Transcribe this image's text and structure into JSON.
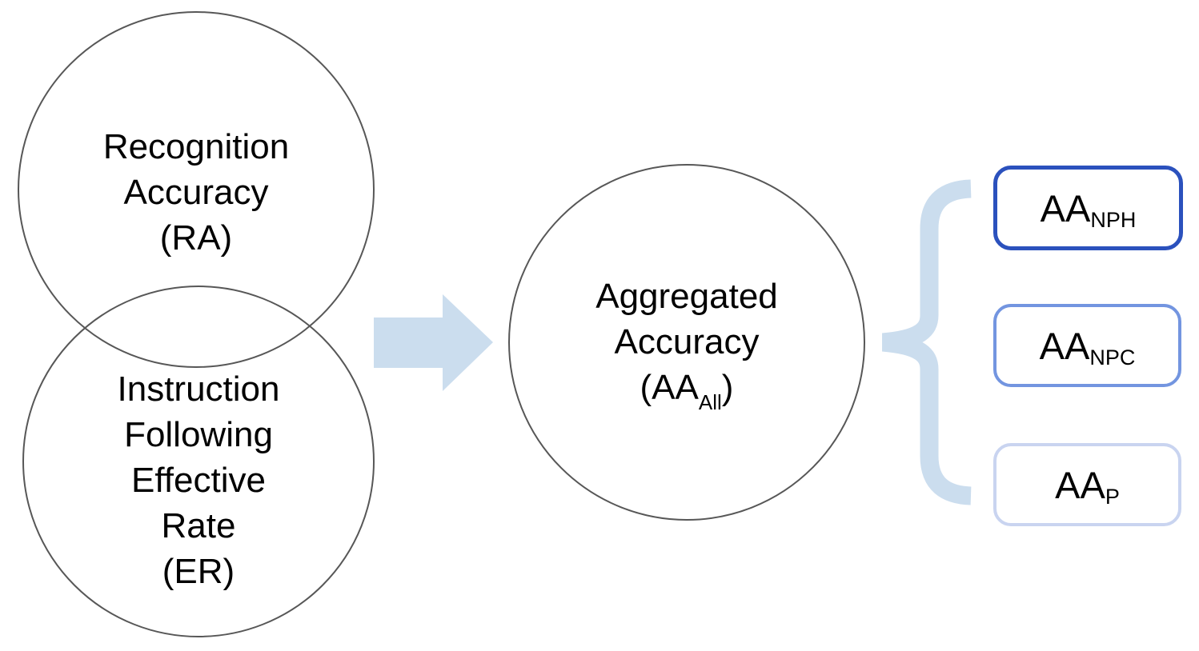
{
  "venn": {
    "ra": {
      "lines": [
        "Recognition",
        "Accuracy",
        "(RA)"
      ]
    },
    "er": {
      "lines": [
        "Instruction",
        "Following",
        "Effective",
        "Rate",
        "(ER)"
      ]
    }
  },
  "aggregate": {
    "line1": "Aggregated",
    "line2": "Accuracy",
    "formula_open": "(AA",
    "formula_sub": "All",
    "formula_close": ")"
  },
  "outputs": [
    {
      "label": "AA",
      "sub": "NPH",
      "border_color": "#2b51bd"
    },
    {
      "label": "AA",
      "sub": "NPC",
      "border_color": "#7395e0"
    },
    {
      "label": "AA",
      "sub": "P",
      "border_color": "#c9d4f0"
    }
  ],
  "colors": {
    "arrow_fill": "#cbddee",
    "brace": "#cbddee",
    "circle_stroke": "#575757",
    "text": "#000000"
  }
}
